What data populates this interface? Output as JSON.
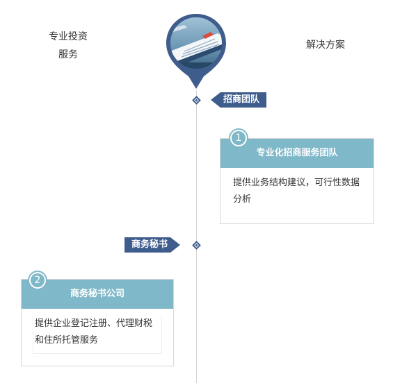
{
  "header": {
    "left_line1": "专业投资",
    "left_line2": "服务",
    "right_text": "解决方案",
    "pin_image": "cruise-ship-photo"
  },
  "timeline": {
    "tag_1": "招商团队",
    "tag_2": "商务秘书"
  },
  "cards": [
    {
      "number": "1",
      "title": "专业化招商服务团队",
      "body": "提供业务结构建议，可行性数据分析"
    },
    {
      "number": "2",
      "title": "商务秘书公司",
      "body": "提供企业登记注册、代理财税和住所托管服务"
    }
  ],
  "colors": {
    "navy": "#3e5c8c",
    "teal": "#7fb8c8",
    "line": "#d6d6d6",
    "text": "#333333"
  }
}
